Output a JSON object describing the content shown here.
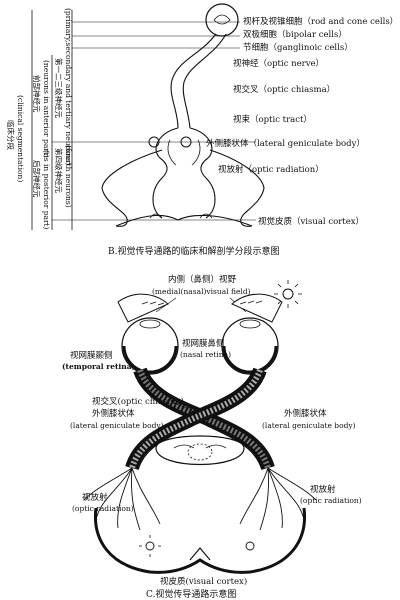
{
  "figure_b": {
    "labels": {
      "rod_cone": "视杆及视锥细胞（rod and cone cells）",
      "bipolar": "双极细胞（bipolar cells）",
      "ganglion": "节细胞（ganglinoic cells）",
      "optic_nerve": "视神经（optic nerve）",
      "optic_chiasma": "视交叉（optic chiasma）",
      "optic_tract": "视束（optic tract）",
      "lgb": "外侧膝状体（lateral geniculate body）",
      "optic_radiation": "视放射（optic radiation）",
      "visual_cortex": "视觉皮质（visual cortex）"
    },
    "side": {
      "clinical_zh": "临床分段",
      "clinical_en": "(clinical segmentation)",
      "anterior_zh": "前部神经元",
      "anterior_en": "(neurons in anterior part)",
      "posterior_zh": "后部神经元",
      "posterior_en": "(ns in posterior part)",
      "neuron_123_zh": "第一二三级神经元",
      "neuron_123_en": "(primary,secondary and tertiary neurons)",
      "neuron_4_zh": "第四级神经元",
      "neuron_4_en": "(fourth neurons)"
    },
    "caption": "B.视觉传导通路的临床和解剖学分段示意图"
  },
  "figure_c": {
    "labels": {
      "field_zh": "内侧（鼻侧）视野",
      "field_en": "(medial(nasal)visual field)",
      "nasal_zh": "视网膜鼻侧",
      "nasal_en": "(nasal retina)",
      "temporal_zh": "视网膜颞侧",
      "temporal_en": "(temporal retina)",
      "chiasma": "视交叉(optic chiasma)",
      "lgb_left_zh": "外侧膝状体",
      "lgb_left_en": "(lateral geniculate body)",
      "lgb_right_zh": "外侧膝状体",
      "lgb_right_en": "(lateral geniculate body)",
      "radiation_left_zh": "视放射",
      "radiation_left_en": "(optic radiation)",
      "radiation_right_zh": "视放射",
      "radiation_right_en": "(optic radiation)",
      "cortex": "视皮质(visual cortex)"
    },
    "caption": "C.视觉传导通路示意图"
  }
}
